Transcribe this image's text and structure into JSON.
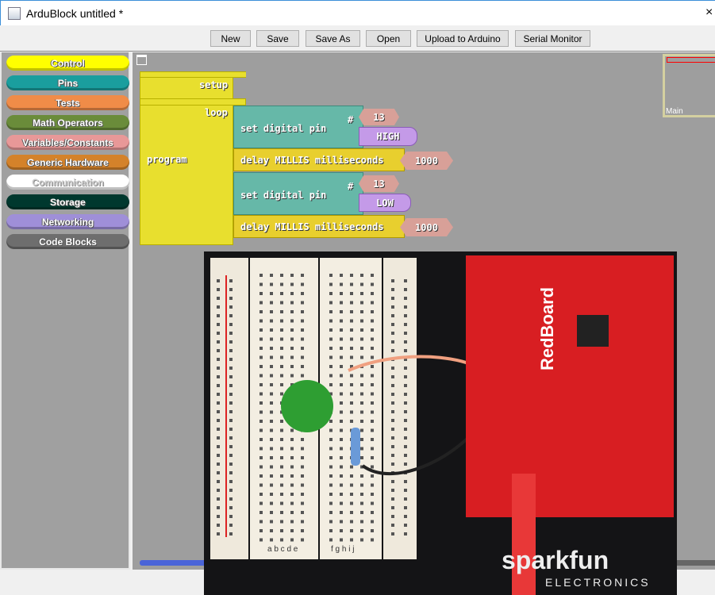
{
  "window": {
    "title": "ArduBlock untitled *",
    "close": "×"
  },
  "toolbar": {
    "new": "New",
    "save": "Save",
    "save_as": "Save As",
    "open": "Open",
    "upload": "Upload to Arduino",
    "serial": "Serial Monitor"
  },
  "palette": [
    {
      "label": "Control",
      "color": "#ffff00"
    },
    {
      "label": "Pins",
      "color": "#1a9e9e"
    },
    {
      "label": "Tests",
      "color": "#f08c48"
    },
    {
      "label": "Math Operators",
      "color": "#6a8c3a"
    },
    {
      "label": "Variables/Constants",
      "color": "#e89898"
    },
    {
      "label": "Generic Hardware",
      "color": "#d4822a"
    },
    {
      "label": "Communication",
      "color": "#ffffff"
    },
    {
      "label": "Storage",
      "color": "#00382e"
    },
    {
      "label": "Networking",
      "color": "#9f8fd8"
    },
    {
      "label": "Code Blocks",
      "color": "#6e6e6e"
    }
  ],
  "program": {
    "label": "program",
    "setup": "setup",
    "loop": "loop",
    "blocks": [
      {
        "label": "set digital pin",
        "hash": "#",
        "pin": "13",
        "value": "HIGH"
      },
      {
        "label": "delay MILLIS  milliseconds",
        "ms": "1000"
      },
      {
        "label": "set digital pin",
        "hash": "#",
        "pin": "13",
        "value": "LOW"
      },
      {
        "label": "delay MILLIS  milliseconds",
        "ms": "1000"
      }
    ]
  },
  "minimap": {
    "label": "Main"
  },
  "photo": {
    "logo": "sparkfun",
    "logo_sub": "ELECTRONICS",
    "board": "RedBoard",
    "columns_left": "a b c d e",
    "columns_right": "f g h i j"
  }
}
